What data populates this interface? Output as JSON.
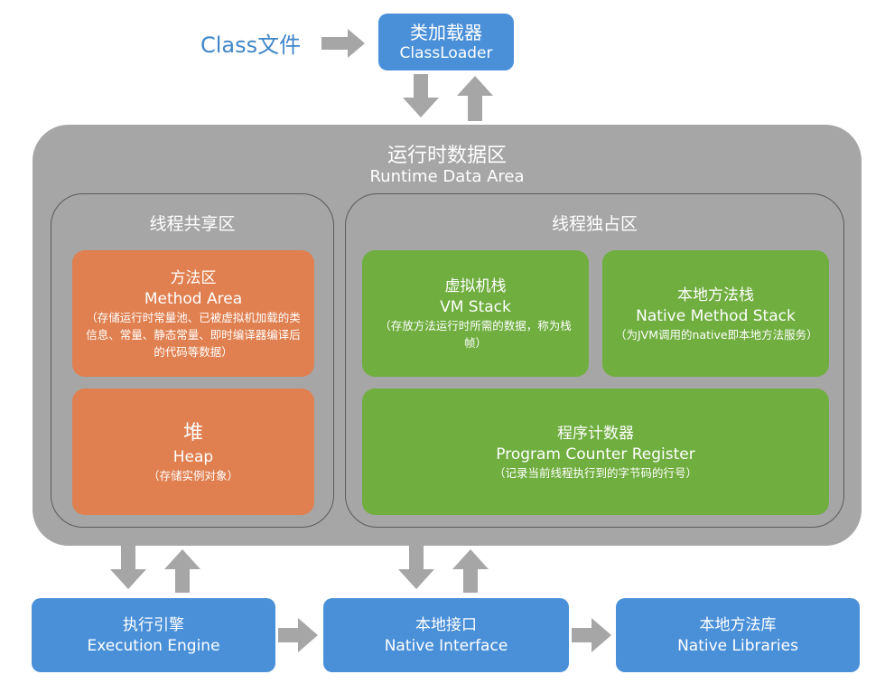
{
  "class_file": "Class文件",
  "class_loader": {
    "zh": "类加载器",
    "en": "ClassLoader"
  },
  "runtime": {
    "zh": "运行时数据区",
    "en": "Runtime Data Area"
  },
  "shared": {
    "title": "线程共享区",
    "method_area": {
      "zh": "方法区",
      "en": "Method Area",
      "desc": "（存储运行时常量池、已被虚拟机加载的类信息、常量、静态常量、即时编译器编译后的代码等数据）"
    },
    "heap": {
      "zh": "堆",
      "en": "Heap",
      "desc": "（存储实例对象）"
    }
  },
  "exclusive": {
    "title": "线程独占区",
    "vm_stack": {
      "zh": "虚拟机栈",
      "en": "VM Stack",
      "desc": "（存放方法运行时所需的数据，称为栈帧）"
    },
    "native_stack": {
      "zh": "本地方法栈",
      "en": "Native Method Stack",
      "desc": "（为JVM调用的native即本地方法服务）"
    },
    "pc": {
      "zh": "程序计数器",
      "en": "Program Counter Register",
      "desc": "（记录当前线程执行到的字节码的行号）"
    }
  },
  "execution_engine": {
    "zh": "执行引擎",
    "en": "Execution Engine"
  },
  "native_interface": {
    "zh": "本地接口",
    "en": "Native Interface"
  },
  "native_libraries": {
    "zh": "本地方法库",
    "en": "Native Libraries"
  },
  "colors": {
    "blue": "#4a90d9",
    "gray": "#a6a6a6",
    "orange": "#e07f4f",
    "green": "#6fae3f",
    "arrow": "#a6a6a6",
    "class_text": "#3f86c9"
  }
}
